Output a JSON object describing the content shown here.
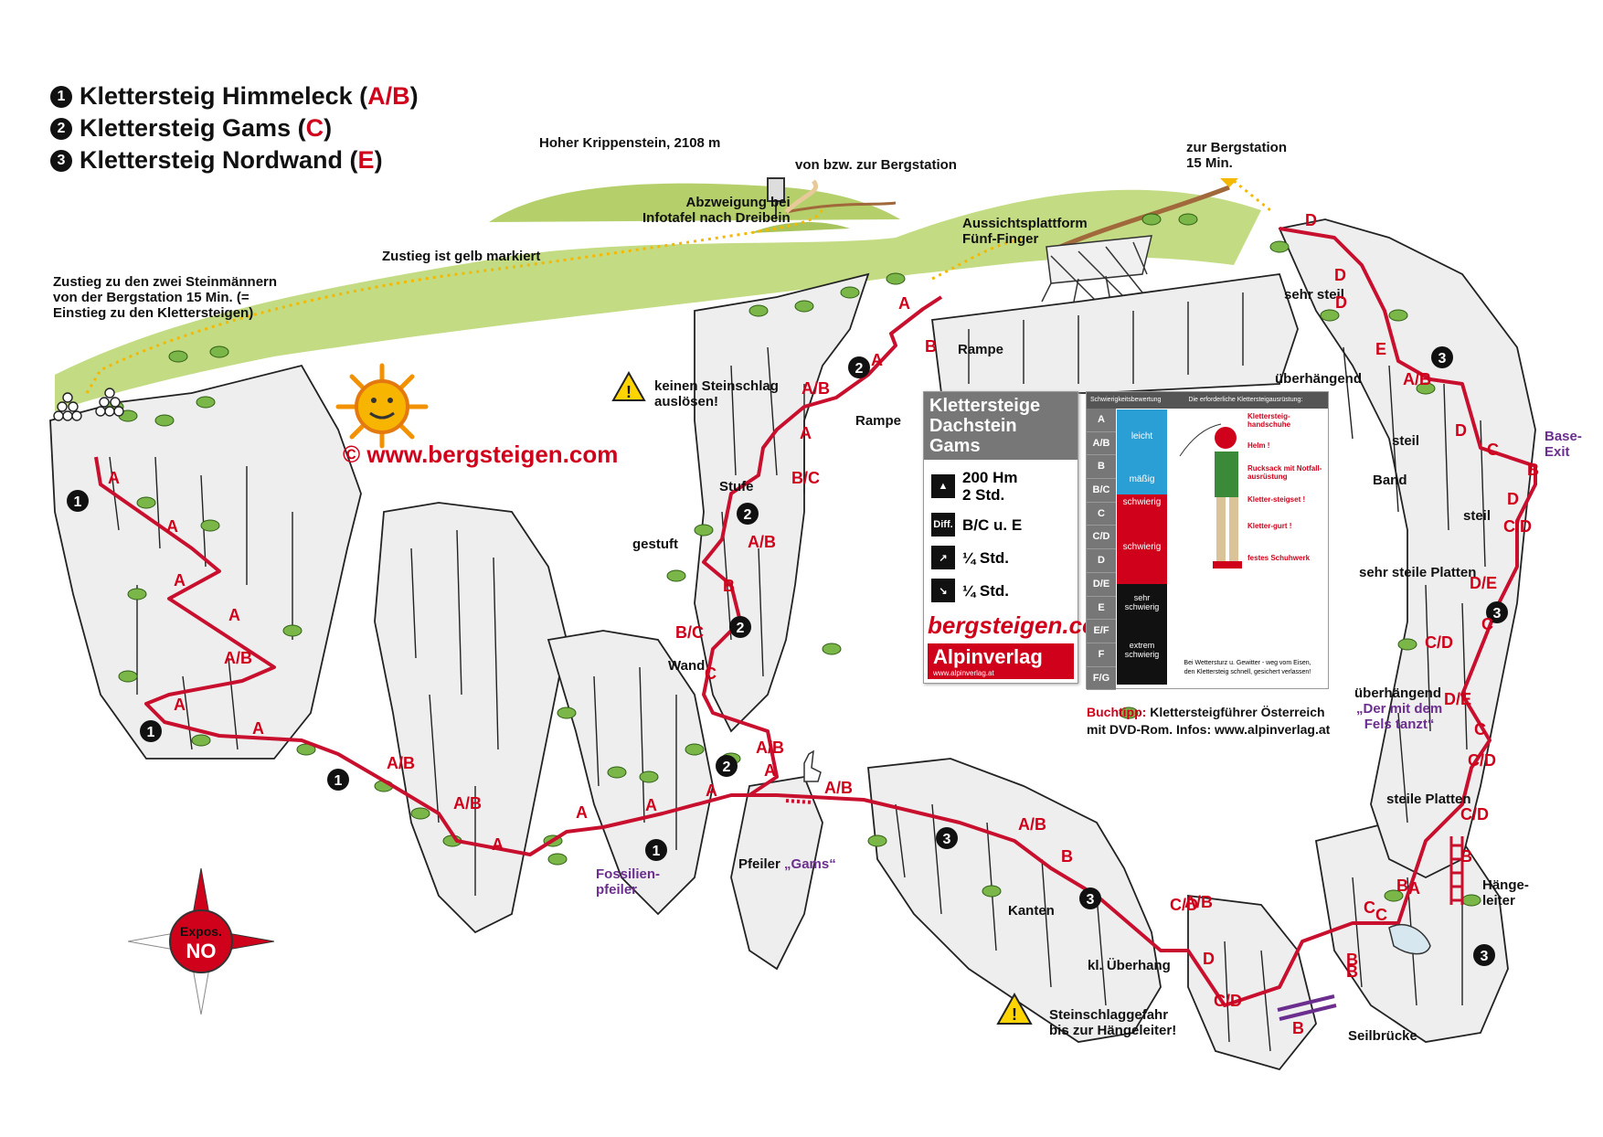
{
  "legend": {
    "route1": {
      "num": "1",
      "name": "Klettersteig Himmeleck",
      "grade": "A/B"
    },
    "route2": {
      "num": "2",
      "name": "Klettersteig Gams",
      "grade": "C"
    },
    "route3": {
      "num": "3",
      "name": "Klettersteig Nordwand",
      "grade": "E"
    }
  },
  "labels": {
    "summit": "Hoher Krippenstein, 2108 m",
    "from_station": "von bzw. zur Bergstation",
    "branch_1": "Abzweigung bei",
    "branch_2": "Infotafel nach Dreibein",
    "to_station_1": "zur Bergstation",
    "to_station_2": "15 Min.",
    "platform_1": "Aussichtsplattform",
    "platform_2": "Fünf-Finger",
    "approach_yellow": "Zustieg ist gelb markiert",
    "approach_1": "Zustieg zu den zwei Steinmännern",
    "approach_2": "von der Bergstation 15 Min. (=",
    "approach_3": "Einstieg zu den Klettersteigen)",
    "copyright": "©  www.bergsteigen.com",
    "warn1_1": "keinen Steinschlag",
    "warn1_2": "auslösen!",
    "rampe_top": "Rampe",
    "rampe": "Rampe",
    "stufe": "Stufe",
    "gestuft": "gestuft",
    "wand": "Wand",
    "pfeiler": "Pfeiler",
    "gams": "„Gams“",
    "fossil_1": "Fossilien-",
    "fossil_2": "pfeiler",
    "kanten": "Kanten",
    "ueberhang": "kl. Überhang",
    "warn2_1": "Steinschlaggefahr",
    "warn2_2": "bis zur Hängeleiter!",
    "seilbruecke": "Seilbrücke",
    "sehr_steil": "sehr steil",
    "ueberhaengend1": "überhängend",
    "steil1": "steil",
    "base_1": "Base-",
    "base_2": "Exit",
    "band": "Band",
    "steil2": "steil",
    "steile_platten_sehr": "sehr steile Platten",
    "ueberhaengend2": "überhängend",
    "fels_1": "„Der mit dem",
    "fels_2": "Fels tanzt“",
    "steile_platten": "steile Platten",
    "haenge_1": "Hänge-",
    "haenge_2": "leiter",
    "compass_1": "Expos.",
    "compass_2": "NO"
  },
  "infobox": {
    "title_1": "Klettersteige",
    "title_2": "Dachstein Gams",
    "hm": "200 Hm",
    "time": "2 Std.",
    "diff_icon": "Diff.",
    "diff": "B/C u. E",
    "ascent": "¼ Std.",
    "descent": "¼ Std.",
    "brand": "bergsteigen.com",
    "publisher": "Alpinverlag",
    "publisher_url": "www.alpinverlag.at"
  },
  "difficulty_scale": {
    "header_left": "Schwierigkeitsbewertung",
    "header_right": "Die erforderliche Klettersteigausrüstung:",
    "grades": [
      "A",
      "A/B",
      "B",
      "B/C",
      "C",
      "C/D",
      "D",
      "D/E",
      "E",
      "E/F",
      "F",
      "F/G"
    ],
    "levels": [
      "leicht",
      "mäßig",
      "schwierig",
      "schwierig",
      "sehr schwierig",
      "extrem schwierig"
    ],
    "gear": [
      "Klettersteig-handschuhe",
      "Helm !",
      "Rucksack mit Notfall-ausrüstung",
      "Kletter-steigset !",
      "Kletter-gurt !",
      "festes Schuhwerk"
    ],
    "footer_1": "Bei Wettersturz u. Gewitter - weg vom Eisen,",
    "footer_2": "den Klettersteig schnell, gesichert verlassen!"
  },
  "buchtipp": {
    "label": "Buchtipp:",
    "text": "Klettersteigführer Österreich",
    "text2": "mit DVD-Rom. Infos: www.alpinverlag.at"
  },
  "grades_on_map": {
    "g1": "A",
    "g2": "A",
    "g3": "A",
    "g4": "A",
    "g5": "A/B",
    "g6": "A",
    "g7": "A",
    "g8": "A/B",
    "g9": "A/B",
    "g10": "A",
    "g11": "A",
    "g12": "A",
    "g13": "A",
    "g14": "A/B",
    "g15": "A",
    "g16": "A/B",
    "g17": "B",
    "g18": "A/B",
    "g19": "C/D",
    "g20": "D",
    "g21": "C/D",
    "g22": "B",
    "g23": "B",
    "g24": "C",
    "g25": "A",
    "g26": "B",
    "g27": "A",
    "g28": "A/B",
    "g29": "A",
    "g30": "B/C",
    "g31": "A/B",
    "g32": "B",
    "g33": "B/C",
    "g34": "C",
    "g35": "A/B",
    "g36": "A",
    "g37": "B",
    "g38": "D",
    "g39": "D",
    "g40": "D",
    "g41": "E",
    "g42": "A/B",
    "g43": "D",
    "g44": "C",
    "g45": "B",
    "g46": "D",
    "g47": "C/D",
    "g48": "D/E",
    "g49": "C",
    "g50": "C/D",
    "g51": "D/E",
    "g52": "C",
    "g53": "C/D",
    "g54": "C/D",
    "g55": "B",
    "g56": "B",
    "g57": "C"
  }
}
